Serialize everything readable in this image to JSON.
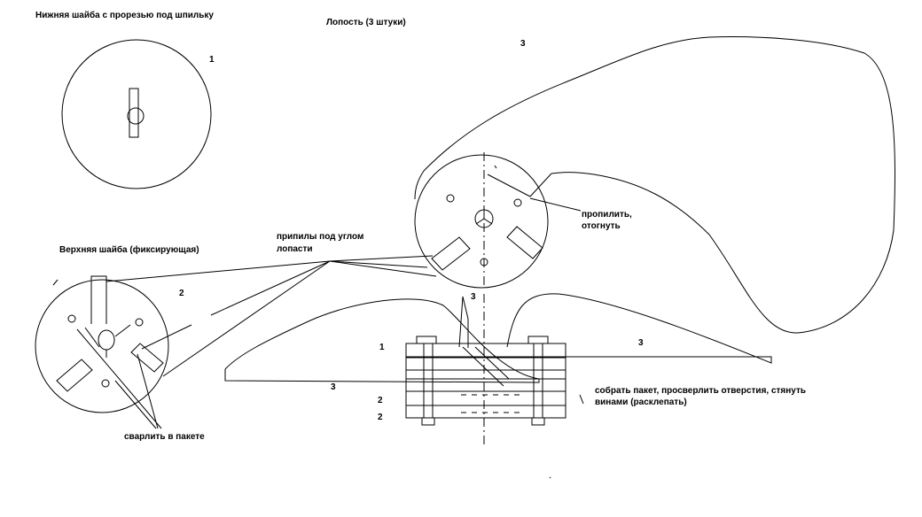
{
  "captions": {
    "lower_washer": "Нижняя шайба с прорезью под шпильку",
    "blade": "Лопость (3 штуки)",
    "upper_washer": "Верхняя шайба (фиксирующая)",
    "saw_cuts_l1": "припилы под углом",
    "saw_cuts_l2": "лопасти",
    "cut_bend_l1": "пропилить,",
    "cut_bend_l2": "отогнуть",
    "weld": "сварлить в пакете",
    "assemble_l1": "собрать пакет, просверлить отверстия, стянуть",
    "assemble_l2": "винами (расклепать)"
  },
  "numbers": {
    "lower_washer": "1",
    "blade_top": "3",
    "upper_washer": "2",
    "blade_hub": "3",
    "pack_1": "1",
    "pack_blade_right": "3",
    "pack_blade_left": "3",
    "pack_2a": "2",
    "pack_2b": "2"
  },
  "stroke_color": "#000000",
  "background_color": "#ffffff"
}
